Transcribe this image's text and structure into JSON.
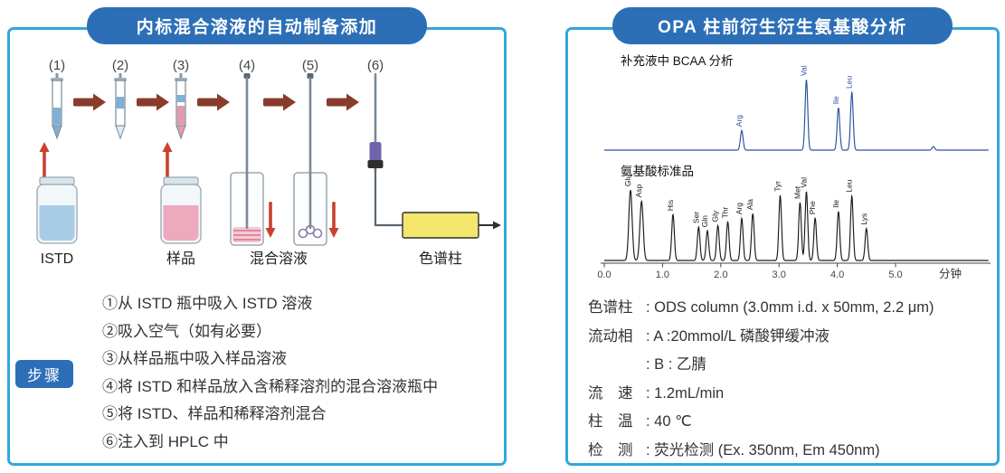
{
  "colors": {
    "pill_blue": "#2c6fb7",
    "border_blue": "#33a7dd",
    "arrow_brown": "#8a3c2b",
    "arrow_red": "#c9412f",
    "istd_liquid": "#a9cce6",
    "sample_liquid": "#ecaabc",
    "column_yellow": "#f4e66d",
    "trace_blue": "#2d4f9e",
    "trace_black": "#1a1a1a"
  },
  "left_panel": {
    "title": "内标混合溶液的自动制备添加",
    "step_numbers": [
      "(1)",
      "(2)",
      "(3)",
      "(4)",
      "(5)",
      "(6)"
    ],
    "labels": {
      "istd": "ISTD",
      "sample": "样品",
      "mixed_solution": "混合溶液",
      "column": "色谱柱"
    },
    "steps_badge": "步骤",
    "steps": [
      "①从 ISTD 瓶中吸入 ISTD 溶液",
      "②吸入空气（如有必要）",
      "③从样品瓶中吸入样品溶液",
      "④将 ISTD 和样品放入含稀释溶剂的混合溶液瓶中",
      "⑤将 ISTD、样品和稀释溶剂混合",
      "⑥注入到 HPLC 中"
    ]
  },
  "right_panel": {
    "title": "OPA 柱前衍生衍生氨基酸分析",
    "conditions": [
      {
        "label": "色谱柱",
        "value": ": ODS column (3.0mm i.d. x 50mm, 2.2 μm)"
      },
      {
        "label": "流动相",
        "value": ": A :20mmol/L 磷酸钾缓冲液"
      },
      {
        "label": "",
        "value": ": B : 乙腈"
      },
      {
        "label": "流　速",
        "value": ": 1.2mL/min"
      },
      {
        "label": "柱　温",
        "value": ": 40 ℃"
      },
      {
        "label": "检　测",
        "value": ": 荧光检测 (Ex. 350nm, Em 450nm)"
      }
    ]
  },
  "chart_data": {
    "type": "line",
    "title": "OPA pre-column derivatization amino acid chromatograms",
    "xlabel": "分钟",
    "ylabel": "",
    "x_ticks": [
      "0.0",
      "1.0",
      "2.0",
      "3.0",
      "4.0",
      "5.0"
    ],
    "xlim": [
      0,
      6.6
    ],
    "grid": false,
    "series": [
      {
        "name": "补充液中 BCAA 分析",
        "color": "#2d4f9e",
        "peaks": [
          {
            "name": "Arg",
            "x": 2.36,
            "h": 0.28
          },
          {
            "name": "Val",
            "x": 3.47,
            "h": 1.0
          },
          {
            "name": "Ile",
            "x": 4.02,
            "h": 0.6
          },
          {
            "name": "Leu",
            "x": 4.25,
            "h": 0.82
          },
          {
            "x": 5.65,
            "h": 0.05
          }
        ]
      },
      {
        "name": "氨基酸标准品",
        "color": "#1a1a1a",
        "peaks": [
          {
            "name": "Glu",
            "x": 0.45,
            "h": 0.95,
            "w": 0.04
          },
          {
            "name": "Asp",
            "x": 0.64,
            "h": 0.8,
            "w": 0.04
          },
          {
            "name": "His",
            "x": 1.18,
            "h": 0.62
          },
          {
            "name": "Ser",
            "x": 1.62,
            "h": 0.45
          },
          {
            "name": "Gln",
            "x": 1.77,
            "h": 0.4
          },
          {
            "name": "Gly",
            "x": 1.95,
            "h": 0.47
          },
          {
            "name": "Thr",
            "x": 2.12,
            "h": 0.52
          },
          {
            "name": "Arg",
            "x": 2.36,
            "h": 0.57
          },
          {
            "name": "Ala",
            "x": 2.55,
            "h": 0.63
          },
          {
            "name": "Tyr",
            "x": 3.02,
            "h": 0.88
          },
          {
            "name": "Met",
            "x": 3.36,
            "h": 0.78
          },
          {
            "name": "Val",
            "x": 3.47,
            "h": 0.93
          },
          {
            "name": "Phe",
            "x": 3.62,
            "h": 0.57
          },
          {
            "name": "Ile",
            "x": 4.02,
            "h": 0.66
          },
          {
            "name": "Leu",
            "x": 4.25,
            "h": 0.87
          },
          {
            "name": "Lys",
            "x": 4.5,
            "h": 0.43
          }
        ]
      }
    ]
  }
}
